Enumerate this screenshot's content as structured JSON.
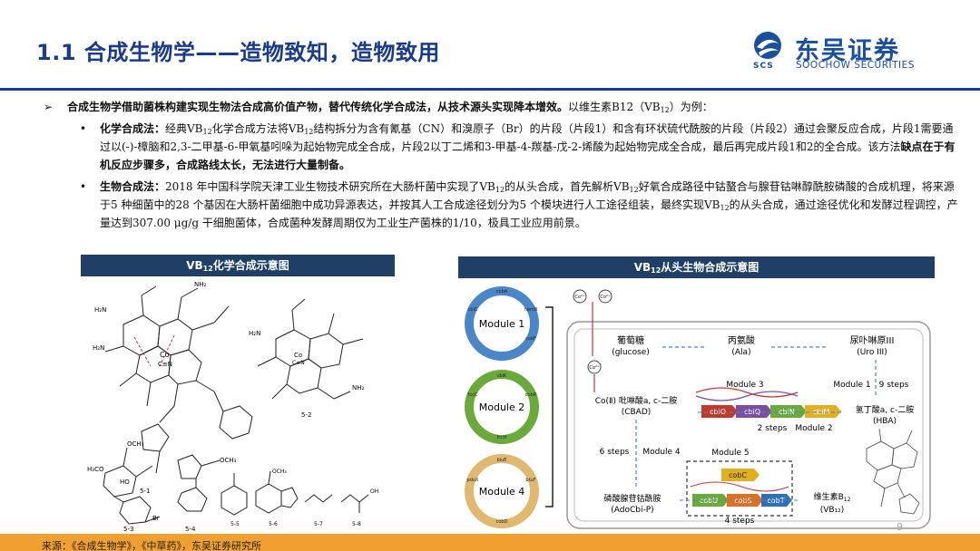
{
  "header": {
    "title": "1.1 合成生物学——造物致知，造物致用",
    "logo_cn": "东吴证券",
    "logo_en": "SOOCHOW SECURITIES",
    "logo_scs": "SCS"
  },
  "lead": {
    "bold": "合成生物学借助菌株构建实现生物法合成高价值产物，替代传统化学合成法，从技术源头实现降本增效。",
    "rest_a": "以维生素B12（VB",
    "rest_sub": "12",
    "rest_b": "）为例："
  },
  "chem_method": {
    "label": "化学合成法：",
    "t1": "经典VB",
    "s1": "12",
    "t2": "化学合成方法将VB",
    "s2": "12",
    "t3": "结构拆分为含有氰基（CN）和溴原子（Br）的片段（片段1）和含有环状硫代酰胺的片段（片段2）通过会聚反应合成，片段1需要通过以(-)-樟脑和2,3-二甲基-6-甲氧基吲哚为起始物完成全合成，片段2以丁二烯和3-甲基-4-羰基-戊-2-烯酸为起始物完成全合成，最后再完成片段1和2的全合成。该方法",
    "bold": "缺点在于有机反应步骤多，合成路线太长，无法进行大量制备。"
  },
  "bio_method": {
    "label": "生物合成法：",
    "t1": "2018 年中国科学院天津工业生物技术研究所在大肠杆菌中实现了VB",
    "s1": "12",
    "t2": "的从头合成，首先解析VB",
    "s2": "12",
    "t3": "好氧合成路径中钴螯合与腺苷钴啉醇酰胺磷酸的合成机理，将来源于5 种细菌中的28 个基因在大肠杆菌细胞中成功异源表达，并按其人工合成途径划分为5 个模块进行人工途径组装，最终实现VB",
    "s3": "12",
    "t4": "的从头合成，通过途径优化和发酵过程调控，产量达到307.00 μg/g 干细胞菌体，合成菌种发酵周期仅为工业生产菌株的1/10，极具工业应用前景。"
  },
  "panel_left": {
    "a": "VB",
    "sub": "12",
    "b": "化学合成示意图"
  },
  "panel_right": {
    "a": "VB",
    "sub": "12",
    "b": "从头生物合成示意图"
  },
  "chem_labels": {
    "c1": "5-1",
    "c2": "5-2",
    "c3": "5-3",
    "c4": "5-4",
    "c5": "5-5",
    "c6": "5-6",
    "c7": "5-7",
    "c8": "5-8",
    "co": "Co",
    "cn": "C≡N",
    "h2n": "H₂N",
    "nh2": "NH₂",
    "ho": "HO",
    "br": "Br",
    "och3": "OCH₃",
    "h3co": "H₃CO",
    "oh": "OH"
  },
  "scheme": {
    "modules": [
      "Module 1",
      "Module 2",
      "Module 4"
    ],
    "co_ions": [
      "Co²⁺",
      "Co²⁺",
      "Co²⁺"
    ],
    "glucose": "葡萄糖",
    "glucose_en": "(glucose)",
    "ala": "丙氨酸",
    "ala_en": "(Ala)",
    "uro": "尿卟啉原III",
    "uro_en": "(Uro III)",
    "module1": "Module 1",
    "steps9": "9 steps",
    "module3": "Module 3",
    "genes3": [
      "cbiO",
      "cbiQ",
      "cbiN",
      "cbiM"
    ],
    "steps2": "2 steps",
    "module2": "Module 2",
    "hba": "氢丁酸a, c-二胺",
    "hba_en": "(HBA)",
    "cbad": "Co(Ⅱ) 吡啉酸a, c-二胺",
    "cbad_en": "(CBAD)",
    "steps6": "6 steps",
    "module4": "Module 4",
    "module5": "Module 5",
    "genes5_top": "cobC",
    "genes5": [
      "cobU",
      "cobS",
      "cobT"
    ],
    "steps4": "4 steps",
    "adocbi": "磷酸腺苷钴酰胺",
    "adocbi_en": "(AdoCbi-P)",
    "vb12_a": "维生素B",
    "vb12_sub": "12",
    "vb12_en": "(VB₁₂)",
    "plasmid_labels": [
      "cobA",
      "hemB",
      "cbiC",
      "cobF",
      "cbiK",
      "cobR",
      "fccC",
      "fccH",
      "bluE",
      "btuF",
      "pduX",
      "cobD"
    ]
  },
  "footer": {
    "source": "来源：《合成生物学》，《中草药》，东吴证券研究所",
    "page": "9"
  },
  "colors": {
    "title": "#1a3a8a",
    "panel": "#1f3f66",
    "footer_bar": "#f0a030",
    "gene_red": "#c0392b",
    "gene_purple": "#7b4fa0",
    "gene_green": "#6aaa3a",
    "gene_yellow": "#e0b020",
    "gene_blue": "#2f6fb5",
    "gene_orange": "#e07020"
  }
}
